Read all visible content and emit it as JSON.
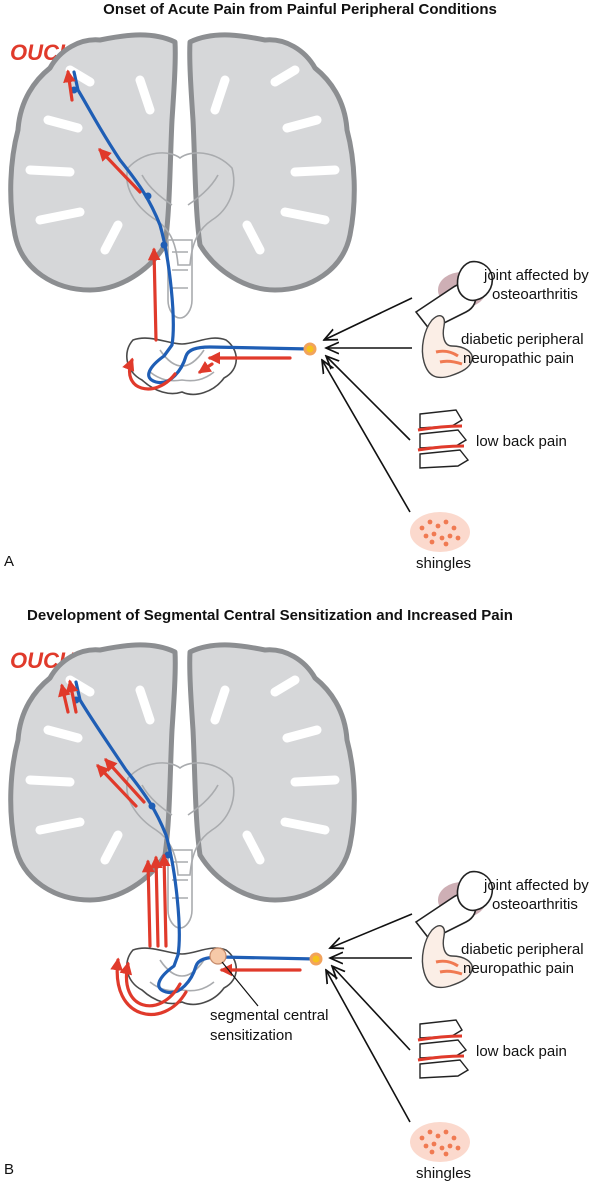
{
  "panel_a": {
    "letter": "A",
    "title": "Onset of Acute Pain from Painful Peripheral Conditions",
    "ouch": "OUCH!",
    "conditions": {
      "joint": [
        "joint affected by",
        "osteoarthritis"
      ],
      "diabetic": [
        "diabetic peripheral",
        "neuropathic pain"
      ],
      "back": "low back pain",
      "shingles": "shingles"
    }
  },
  "panel_b": {
    "letter": "B",
    "title": "Development of Segmental Central Sensitization and Increased Pain",
    "ouch": "OUCH!",
    "sensitization": [
      "segmental central",
      "sensitization"
    ],
    "conditions": {
      "joint": [
        "joint affected by",
        "osteoarthritis"
      ],
      "diabetic": [
        "diabetic peripheral",
        "neuropathic pain"
      ],
      "back": "low back pain",
      "shingles": "shingles"
    }
  },
  "colors": {
    "pain_signal": "#e03a2b",
    "nerve_pathway": "#1f5eb5",
    "brain_tissue": "#d6d7d9",
    "brain_outline": "#8c8e91",
    "nociceptor_node": "#f6c21c",
    "skin_lesion": "#f4a98c"
  }
}
